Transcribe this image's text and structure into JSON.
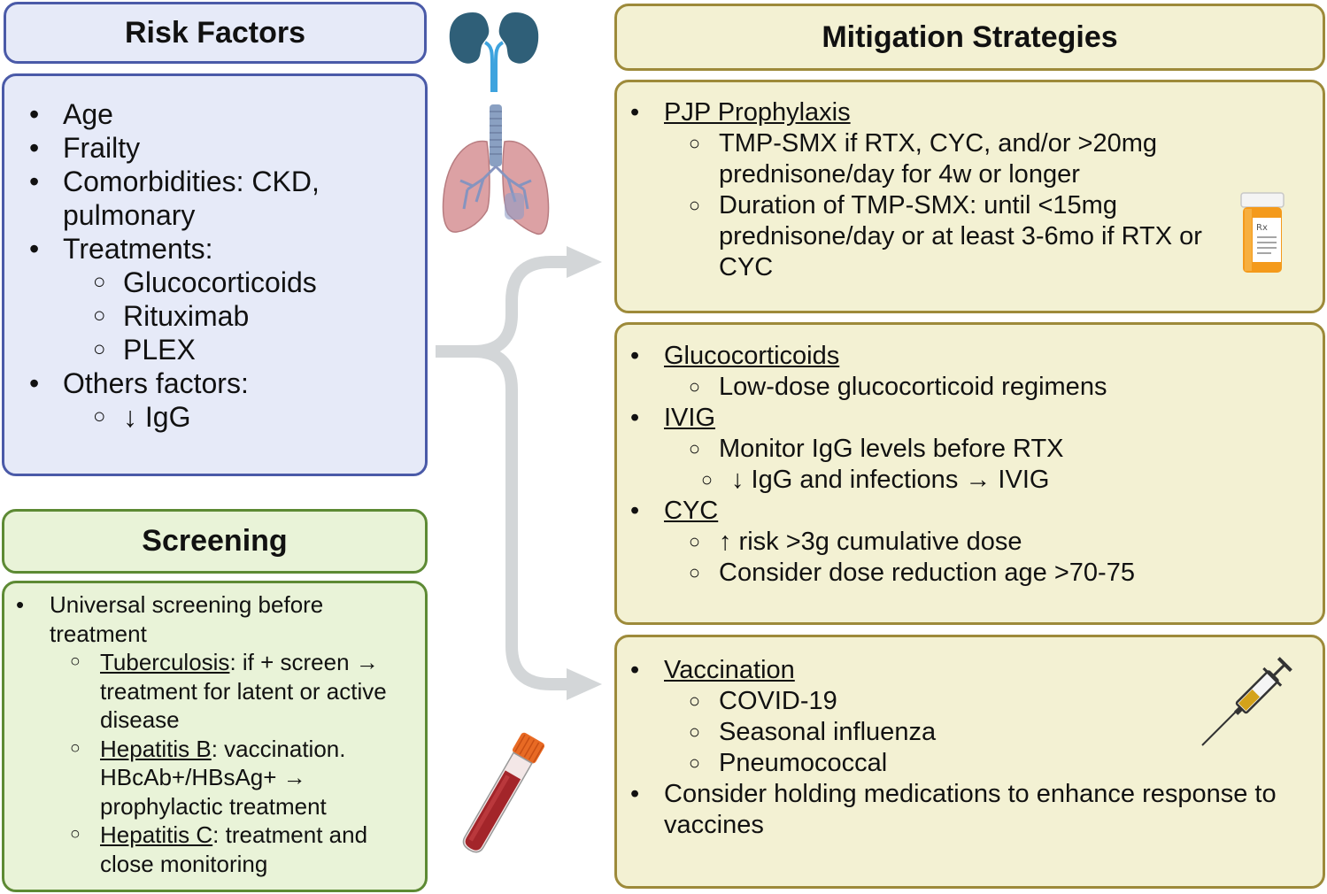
{
  "risk_factors": {
    "title": "Risk Factors",
    "items": [
      {
        "text": "Age"
      },
      {
        "text": "Frailty"
      },
      {
        "text": "Comorbidities: CKD, pulmonary"
      },
      {
        "text": "Treatments:",
        "sub": [
          "Glucocorticoids",
          "Rituximab",
          "PLEX"
        ]
      },
      {
        "text": "Others factors:",
        "sub": [
          "↓ IgG"
        ]
      }
    ]
  },
  "screening": {
    "title": "Screening",
    "item": "Universal screening before treatment",
    "sub": [
      {
        "head": "Tuberculosis",
        "rest": ": if + screen → treatment for latent or active disease"
      },
      {
        "head": "Hepatitis B",
        "rest": ": vaccination. HBcAb+/HBsAg+ → prophylactic treatment"
      },
      {
        "head": "Hepatitis C",
        "rest": ": treatment and close monitoring"
      }
    ]
  },
  "mitigation": {
    "title": "Mitigation Strategies",
    "pjp": {
      "head": "PJP Prophylaxis",
      "sub": [
        "TMP-SMX if RTX, CYC, and/or >20mg prednisone/day for 4w or longer",
        "Duration of TMP-SMX: until <15mg prednisone/day or at least 3-6mo if RTX or CYC"
      ]
    },
    "gluco": {
      "head": "Glucocorticoids",
      "sub": [
        "Low-dose glucocorticoid regimens"
      ]
    },
    "ivig": {
      "head": "IVIG",
      "sub": [
        "Monitor IgG levels before RTX",
        "↓ IgG and infections → IVIG"
      ]
    },
    "cyc": {
      "head": "CYC",
      "sub": [
        "↑ risk >3g cumulative dose",
        "Consider dose reduction age >70-75"
      ]
    },
    "vaccination": {
      "head": "Vaccination",
      "sub": [
        "COVID-19",
        "Seasonal influenza",
        "Pneumococcal"
      ]
    },
    "holding": "Consider holding medications to enhance response to vaccines"
  },
  "pill_label": "Rx",
  "colors": {
    "blue_fill": "#e6eaf8",
    "blue_border": "#4a5aa8",
    "green_fill": "#e9f3d8",
    "green_border": "#5d8a34",
    "yellow_fill": "#f3f1d3",
    "yellow_border": "#9d8a3a",
    "arrow": "#d3d6d8"
  },
  "icons": [
    "kidneys-icon",
    "lungs-icon",
    "pill-bottle-icon",
    "syringe-icon",
    "blood-tube-icon",
    "bracket-arrow-icon"
  ]
}
